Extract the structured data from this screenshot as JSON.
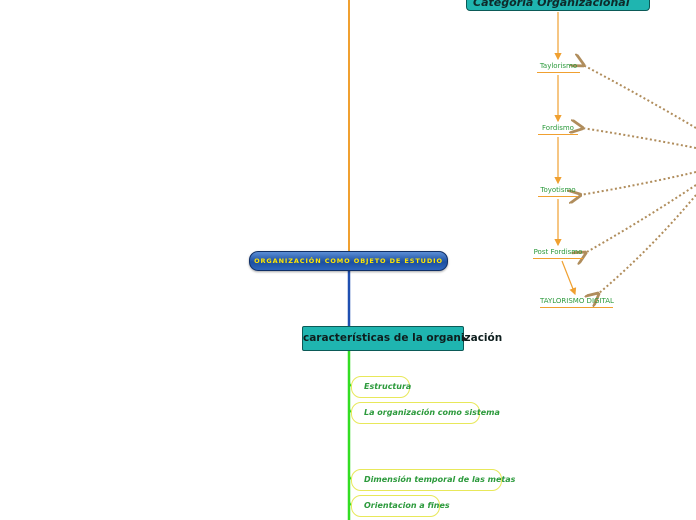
{
  "central_topic": "ORGANIZACIÓN COMO OBJETO DE ESTUDIO",
  "top_topic": "Categoría Organizacional",
  "characteristics": {
    "label": "características de la organización",
    "items": [
      "Estructura",
      "La organización como sistema",
      "Dimensión temporal de las metas",
      "Orientacion a fines"
    ]
  },
  "models": [
    "Taylorismo",
    "Fordismo",
    "Toyotismo",
    "Post Fordismo",
    "TAYLORISMO DIGITAL"
  ],
  "colors": {
    "turquoise": "#1fb5b0",
    "central_blue": "#1b4fa0",
    "central_text": "#ffe600",
    "orange_line": "#f0a030",
    "green_line": "#33dd22",
    "blue_line": "#1f4fb0",
    "dotted_relation": "#b08d5c",
    "label_green": "#2c9a3c",
    "pill_border": "#e8e85a"
  }
}
